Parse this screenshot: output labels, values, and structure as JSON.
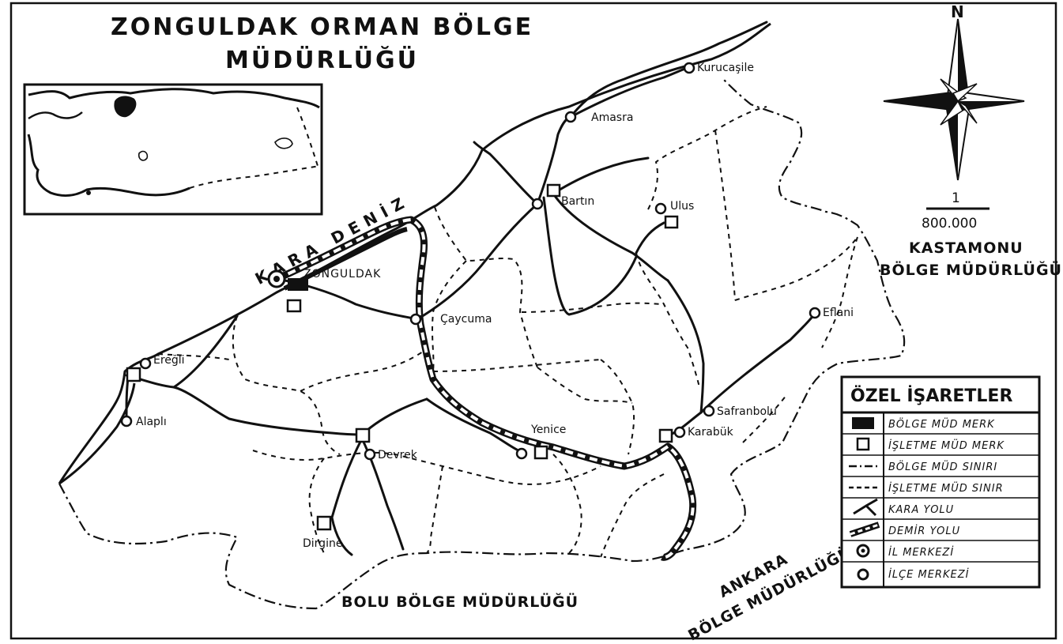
{
  "title": {
    "line1": "ZONGULDAK ORMAN BÖLGE",
    "line2": "MÜDÜRLÜĞÜ"
  },
  "sea": "KARA DENİZ",
  "regions": {
    "kastamonu_line1": "KASTAMONU",
    "kastamonu_line2": "BÖLGE MÜDÜRLÜĞÜ",
    "bolu": "BOLU BÖLGE MÜDÜRLÜĞÜ",
    "ankara_line1": "ANKARA",
    "ankara_line2": "BÖLGE MÜDÜRLÜĞÜ"
  },
  "north": "N",
  "scale": {
    "numerator": "1",
    "denominator": "800.000"
  },
  "places": {
    "zonguldak": "ZONGULDAK",
    "kurucasile": "Kurucaşile",
    "amasra": "Amasra",
    "bartin": "Bartın",
    "ulus": "Ulus",
    "caycuma": "Çaycuma",
    "eflani": "Eflani",
    "eregli": "Ereğli",
    "alapli": "Alaplı",
    "devrek": "Devrek",
    "yenice": "Yenice",
    "safranbolu": "Safranbolu",
    "karabuk": "Karabük",
    "dirgine": "Dirgine"
  },
  "legend": {
    "title": "ÖZEL İŞARETLER",
    "items": [
      {
        "symbol": "bolge-hq-filled-rectangle-icon",
        "label": "BÖLGE MÜD MERK"
      },
      {
        "symbol": "isletme-hq-square-icon",
        "label": "İŞLETME MÜD MERK"
      },
      {
        "symbol": "dash-dot-line-icon",
        "label": "BÖLGE MÜD SINIRI"
      },
      {
        "symbol": "dashed-line-icon",
        "label": "İŞLETME MÜD SINIR"
      },
      {
        "symbol": "road-icon",
        "label": "KARA YOLU"
      },
      {
        "symbol": "railway-icon",
        "label": "DEMİR YOLU"
      },
      {
        "symbol": "province-center-icon",
        "label": "İL MERKEZİ"
      },
      {
        "symbol": "district-center-icon",
        "label": "İLÇE MERKEZİ"
      }
    ]
  },
  "colors": {
    "ink": "#111111",
    "paper": "#ffffff"
  }
}
